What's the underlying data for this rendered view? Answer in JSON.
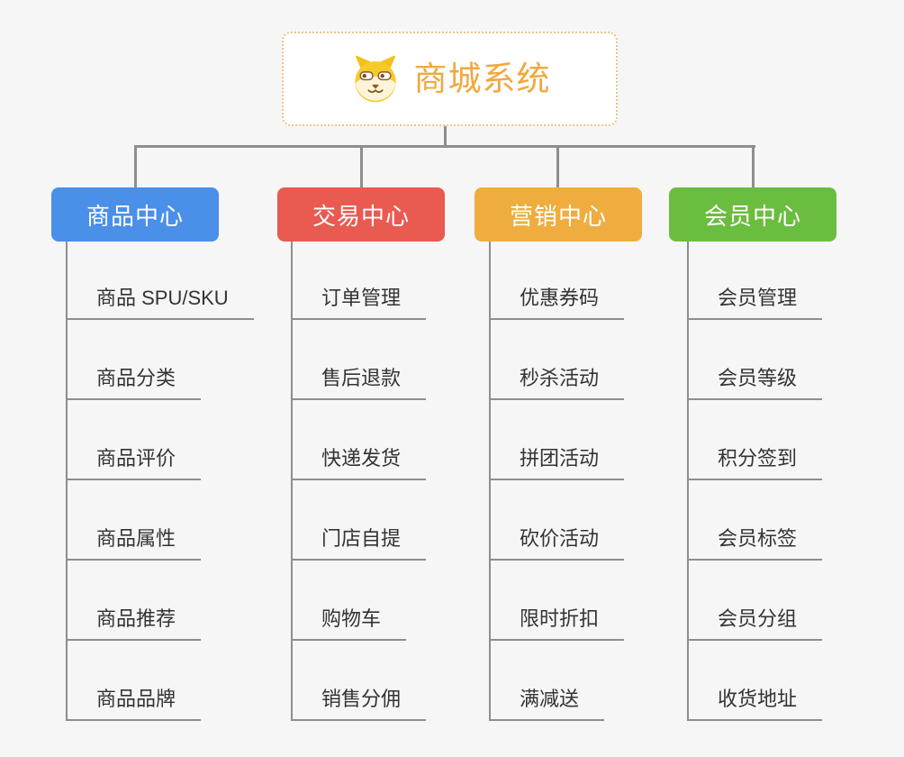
{
  "diagram": {
    "type": "mindmap-org-chart",
    "background_color": "#f6f6f6",
    "connector_color": "#8e8e8e"
  },
  "root": {
    "title": "商城系统",
    "icon": "dog-face-icon",
    "title_color": "#f0a93d",
    "border_color": "#f0c285"
  },
  "branches": [
    {
      "label": "商品中心",
      "color": "#4a8fe8",
      "children": [
        "商品 SPU/SKU",
        "商品分类",
        "商品评价",
        "商品属性",
        "商品推荐",
        "商品品牌"
      ]
    },
    {
      "label": "交易中心",
      "color": "#e95a50",
      "children": [
        "订单管理",
        "售后退款",
        "快递发货",
        "门店自提",
        "购物车",
        "销售分佣"
      ]
    },
    {
      "label": "营销中心",
      "color": "#eead3e",
      "children": [
        "优惠券码",
        "秒杀活动",
        "拼团活动",
        "砍价活动",
        "限时折扣",
        "满减送"
      ]
    },
    {
      "label": "会员中心",
      "color": "#6bbd40",
      "children": [
        "会员管理",
        "会员等级",
        "积分签到",
        "会员标签",
        "会员分组",
        "收货地址"
      ]
    }
  ]
}
